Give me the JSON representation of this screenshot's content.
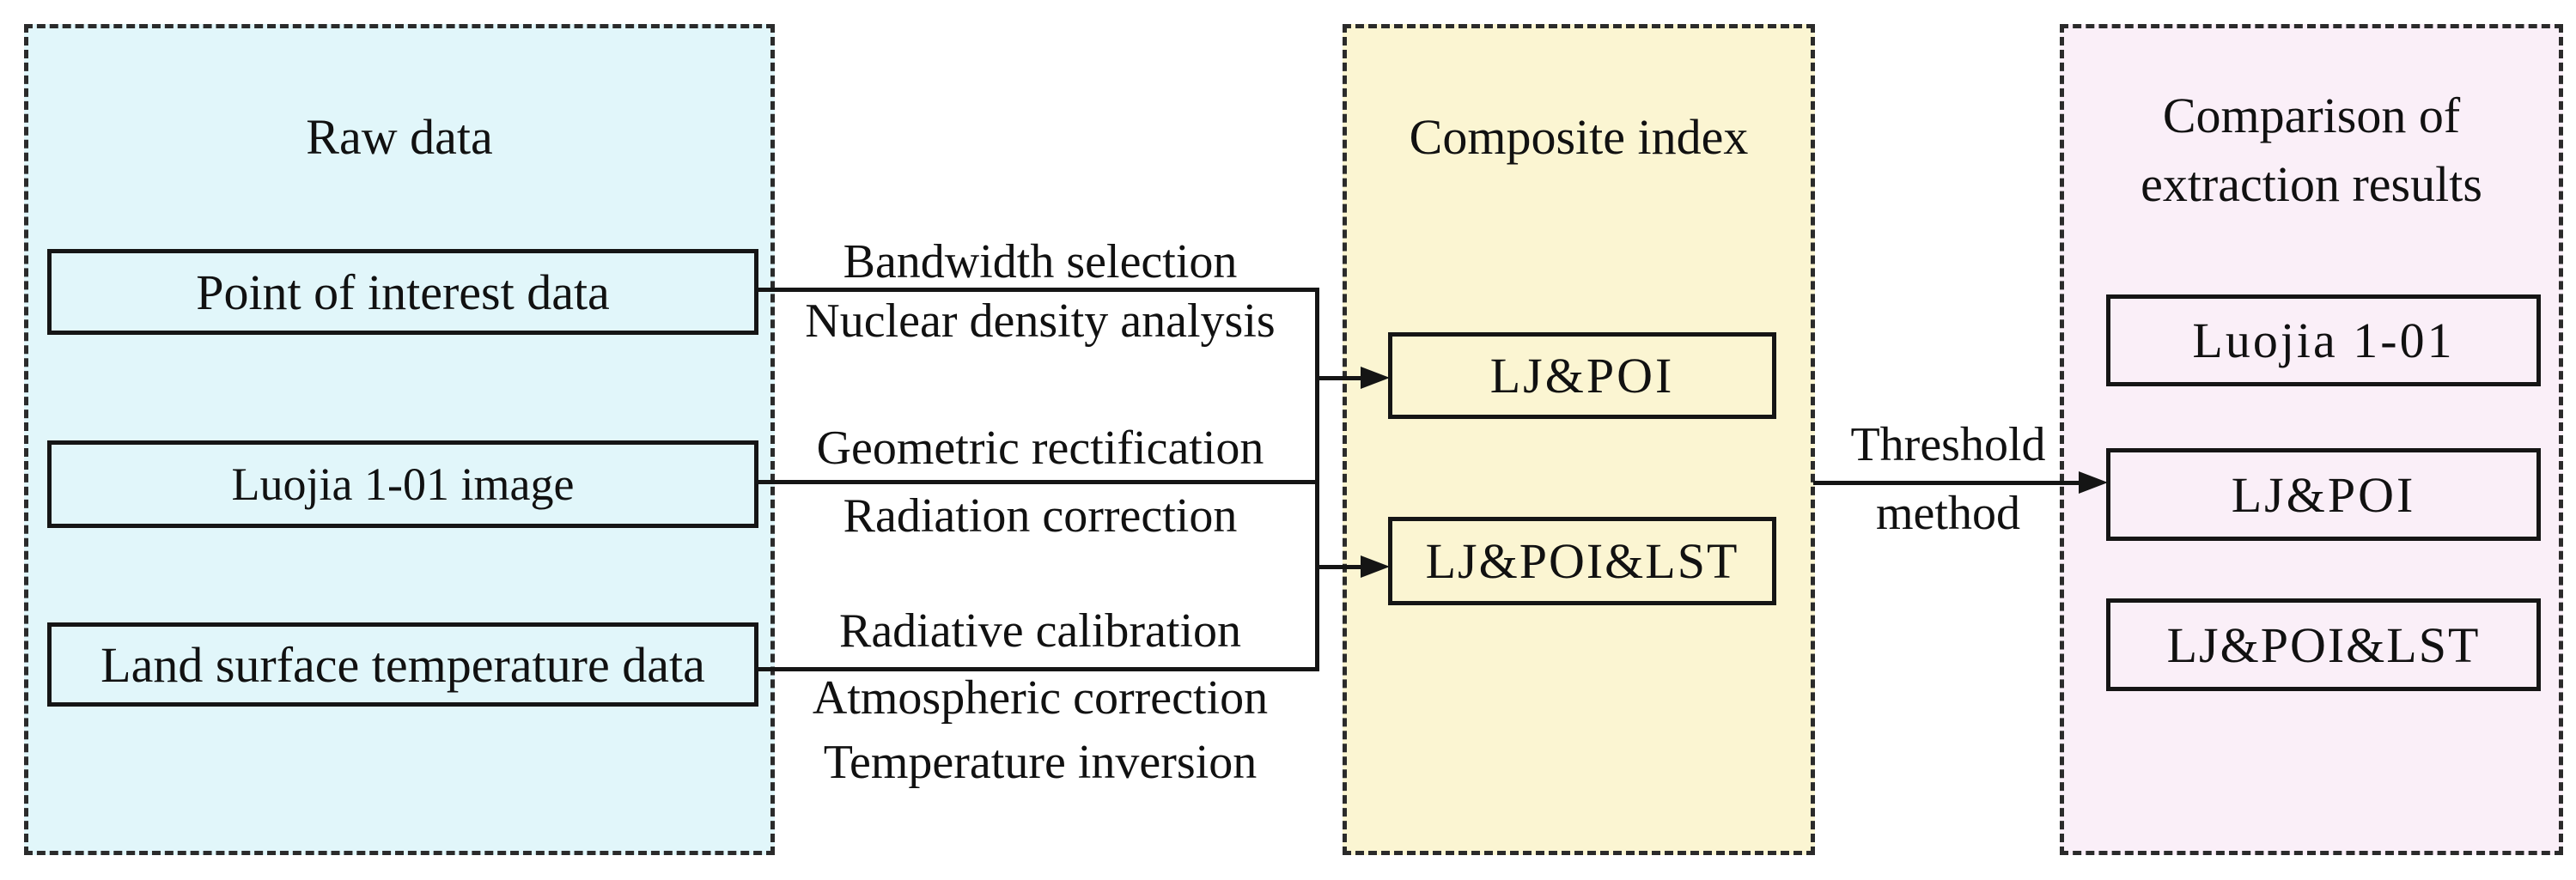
{
  "panels": {
    "raw_data": {
      "title": "Raw data",
      "bg_color": "#E1F6FA",
      "boxes": [
        {
          "label": "Point of interest data"
        },
        {
          "label": "Luojia 1-01 image"
        },
        {
          "label": "Land surface temperature data"
        }
      ]
    },
    "composite_index": {
      "title": "Composite index",
      "bg_color": "#FBF5D2",
      "boxes": [
        {
          "label": "LJ&POI"
        },
        {
          "label": "LJ&POI&LST"
        }
      ]
    },
    "comparison": {
      "title_line1": "Comparison of",
      "title_line2": "extraction results",
      "bg_color": "#FAEFF8",
      "boxes": [
        {
          "label": "Luojia 1-01"
        },
        {
          "label": "LJ&POI"
        },
        {
          "label": "LJ&POI&LST"
        }
      ]
    }
  },
  "process_labels": {
    "bandwidth": "Bandwidth selection",
    "nuclear": "Nuclear density analysis",
    "geometric": "Geometric rectification",
    "radiation": "Radiation correction",
    "radiative": "Radiative calibration",
    "atmospheric": "Atmospheric correction",
    "temperature": "Temperature inversion",
    "threshold_line1": "Threshold",
    "threshold_line2": "method"
  },
  "colors": {
    "line": "#151515",
    "text": "#111111",
    "dashed_border": "#2b2b2b"
  }
}
